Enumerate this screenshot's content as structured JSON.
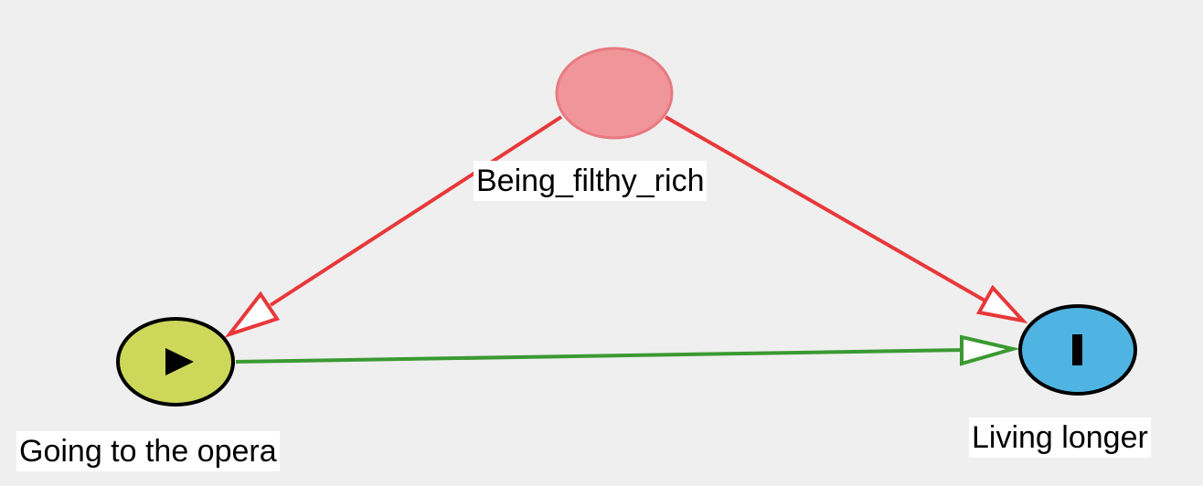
{
  "diagram": {
    "nodes": [
      {
        "id": "confounder",
        "label": "Being_filthy_rich",
        "role": "adjusted",
        "fill": "#f0969a",
        "stroke": "#e87a80",
        "icon": ""
      },
      {
        "id": "exposure",
        "label": "Going to the opera",
        "role": "exposure",
        "fill": "#cdd85a",
        "stroke": "#000000",
        "icon": "play-icon"
      },
      {
        "id": "outcome",
        "label": "Living longer",
        "role": "outcome",
        "fill": "#4fb4e2",
        "stroke": "#000000",
        "icon": "bar-icon"
      }
    ],
    "edges": [
      {
        "from": "confounder",
        "to": "exposure",
        "color": "#e8383a",
        "type": "biasing"
      },
      {
        "from": "confounder",
        "to": "outcome",
        "color": "#e8383a",
        "type": "biasing"
      },
      {
        "from": "exposure",
        "to": "outcome",
        "color": "#3b9a32",
        "type": "causal"
      }
    ],
    "background": "#efefef"
  }
}
